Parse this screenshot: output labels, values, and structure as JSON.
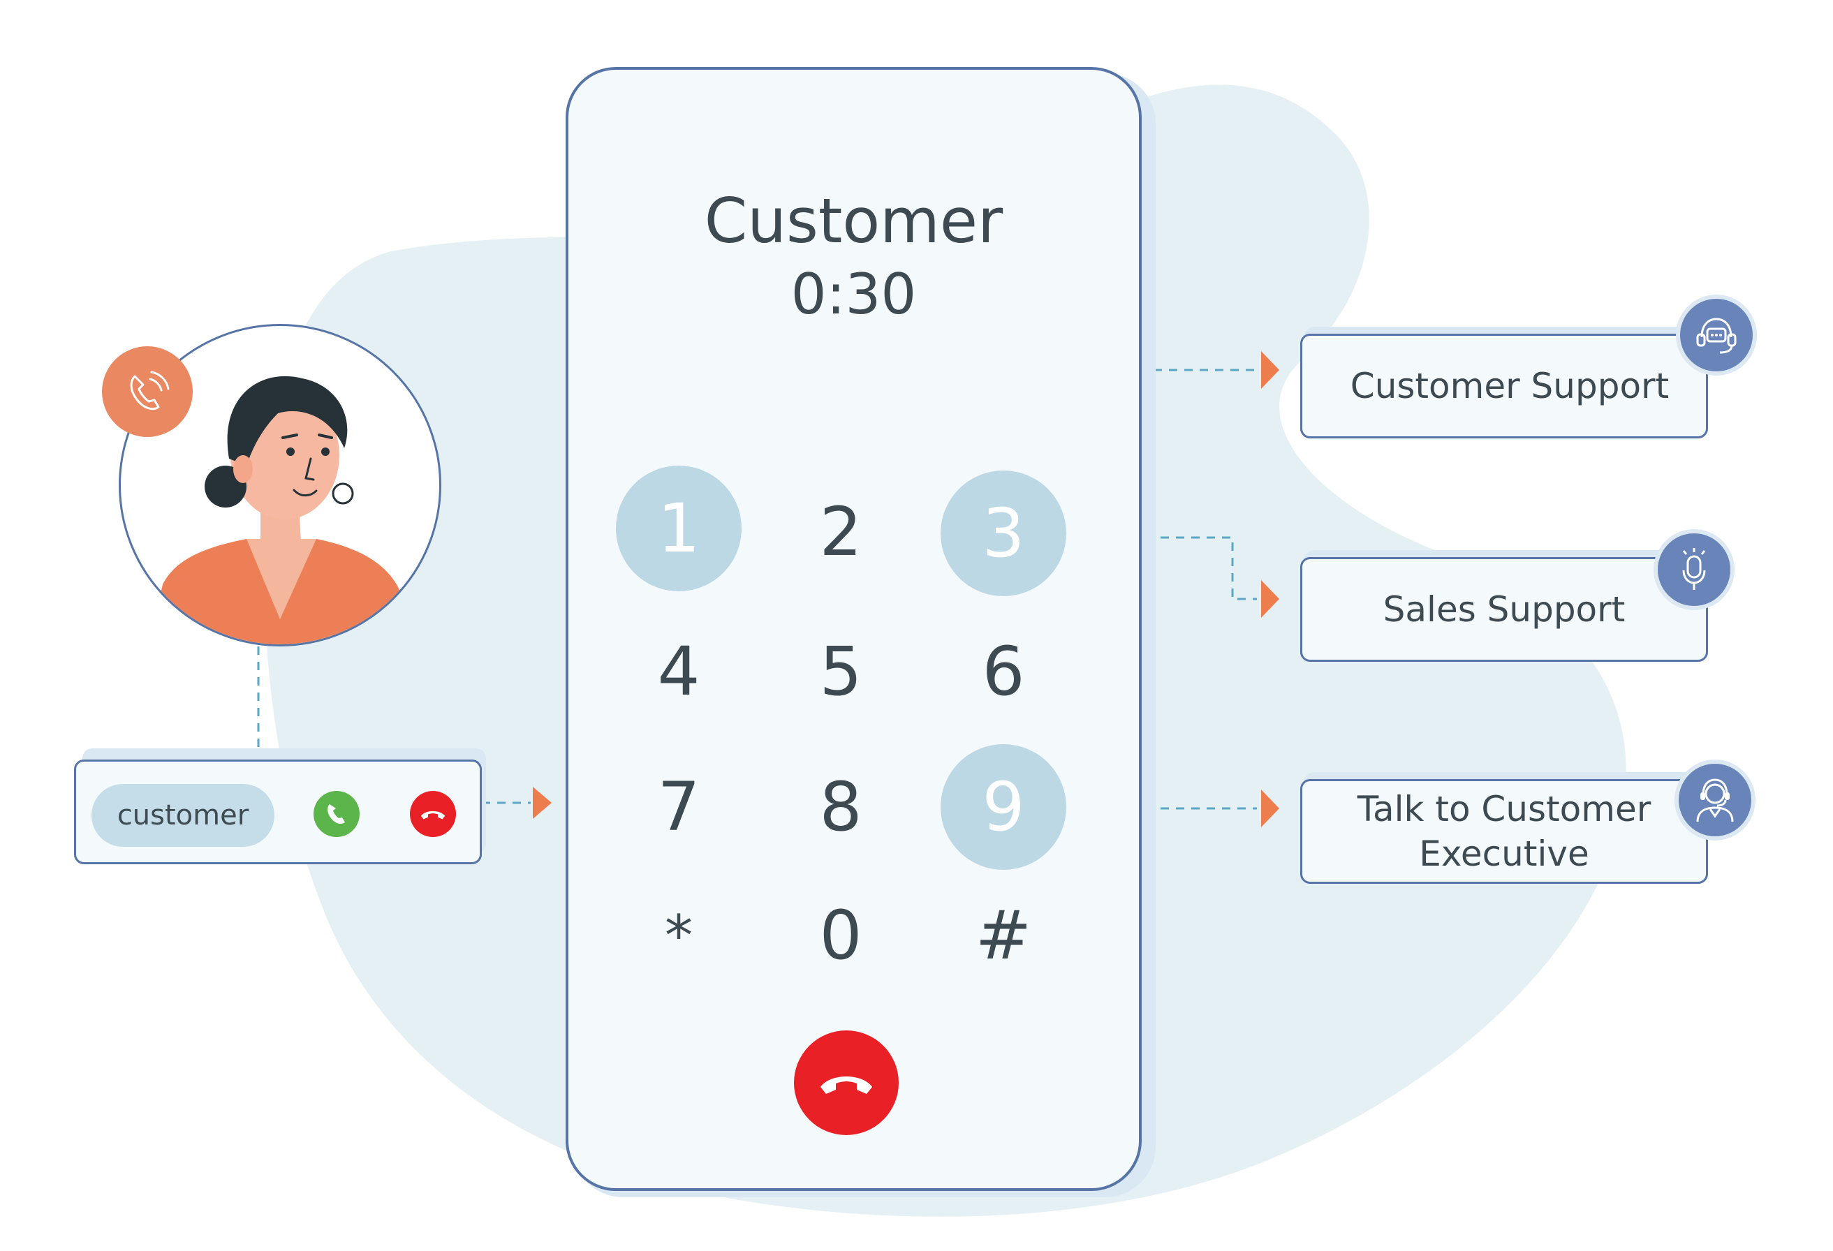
{
  "caller": {
    "name": "Customer",
    "timer": "0:30"
  },
  "keypad": {
    "keys": [
      "1",
      "2",
      "3",
      "4",
      "5",
      "6",
      "7",
      "8",
      "9",
      "*",
      "0",
      "#"
    ],
    "highlighted": [
      "1",
      "3",
      "9"
    ]
  },
  "incoming_call": {
    "label": "customer"
  },
  "options": [
    {
      "key": "1",
      "label": "Customer Support",
      "icon": "chat-headset-icon"
    },
    {
      "key": "3",
      "label": "Sales Support",
      "icon": "microphone-icon"
    },
    {
      "key": "9",
      "label": "Talk to Customer Executive",
      "icon": "support-agent-icon"
    }
  ],
  "colors": {
    "accent_blue": "#5674a6",
    "icon_blue": "#6884b8",
    "highlight_key": "#bcd8e4",
    "end_call_red": "#ea2027",
    "accept_green": "#5bb54a",
    "orange": "#ea8862",
    "arrow_orange": "#ee7d4e",
    "blob": "#e5f0f5"
  }
}
